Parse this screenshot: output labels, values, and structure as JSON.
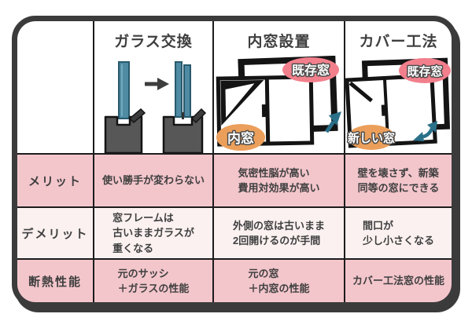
{
  "card": {
    "columns": [
      {
        "title": "ガラス交換"
      },
      {
        "title": "内窓設置"
      },
      {
        "title": "カバー工法"
      }
    ],
    "bubbles": {
      "inner_window": {
        "existing": "既存窓",
        "inner": "内窓"
      },
      "cover_method": {
        "existing": "既存窓",
        "new": "新しい窓"
      }
    },
    "rows": [
      {
        "label": "メリット",
        "cells": [
          "使い勝手が変わらない",
          "気密性脳が高い\n費用対効果が高い",
          "壁を壊さず、新築\n同等の窓にできる"
        ]
      },
      {
        "label": "デメリット",
        "cells": [
          "窓フレームは\n古いままガラスが\n重くなる",
          "外側の窓は古いまま\n2回開けるのが手間",
          "間口が\n少し小さくなる"
        ]
      },
      {
        "label": "断熱性能",
        "cells": [
          "元のサッシ\n＋ガラスの性能",
          "元の窓\n＋内窓の性能",
          "カバー工法窓の性能"
        ]
      }
    ],
    "colors": {
      "frame_dark": "#3b3b3b",
      "grid_line": "#1c1c1c",
      "row_pink": "#f3c6cc",
      "row_light_pink": "#faf1f0",
      "bubble_pink": "#f27f8c",
      "bubble_orange": "#eb9f5a",
      "glass_teal": "#4f8ba3",
      "arrow_teal": "#2a7089",
      "text_dark": "#3f3f3f"
    }
  }
}
